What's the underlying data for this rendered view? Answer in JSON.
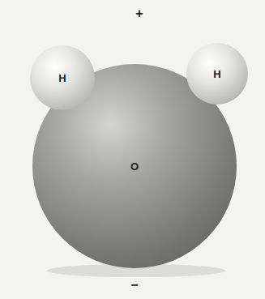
{
  "diagram": {
    "nodes": [
      {
        "text": [
          "H"
        ]
      },
      {
        "text": [
          "H"
        ]
      },
      {
        "text": [
          "O"
        ]
      }
    ],
    "labels": [
      "+",
      "−"
    ]
  }
}
